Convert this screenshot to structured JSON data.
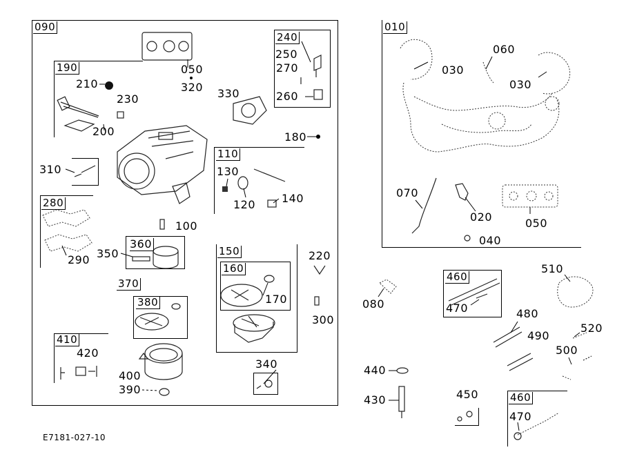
{
  "diagram": {
    "groups": {
      "g090": "090",
      "g010": "010",
      "g190": "190",
      "g240": "240",
      "g110": "110",
      "g280": "280",
      "g150": "150",
      "g160": "160",
      "g370": "370",
      "g380": "380",
      "g410": "410",
      "g460a": "460",
      "g460b": "460"
    },
    "parts": {
      "p050a": "050",
      "p320": "320",
      "p250": "250",
      "p270": "270",
      "p260": "260",
      "p210": "210",
      "p230": "230",
      "p200": "200",
      "p330": "330",
      "p180": "180",
      "p310": "310",
      "p130": "130",
      "p120": "120",
      "p140": "140",
      "p290": "290",
      "p100": "100",
      "p350": "350",
      "p360": "360",
      "p220": "220",
      "p170": "170",
      "p300": "300",
      "p400": "400",
      "p390": "390",
      "p420": "420",
      "p340": "340",
      "p030a": "030",
      "p060": "060",
      "p030b": "030",
      "p070": "070",
      "p020": "020",
      "p050b": "050",
      "p040": "040",
      "p080": "080",
      "p470a": "470",
      "p510": "510",
      "p480": "480",
      "p490": "490",
      "p520": "520",
      "p500": "500",
      "p440": "440",
      "p430": "430",
      "p450": "450",
      "p470b": "470"
    },
    "figure_code": "E7181-027-10"
  }
}
